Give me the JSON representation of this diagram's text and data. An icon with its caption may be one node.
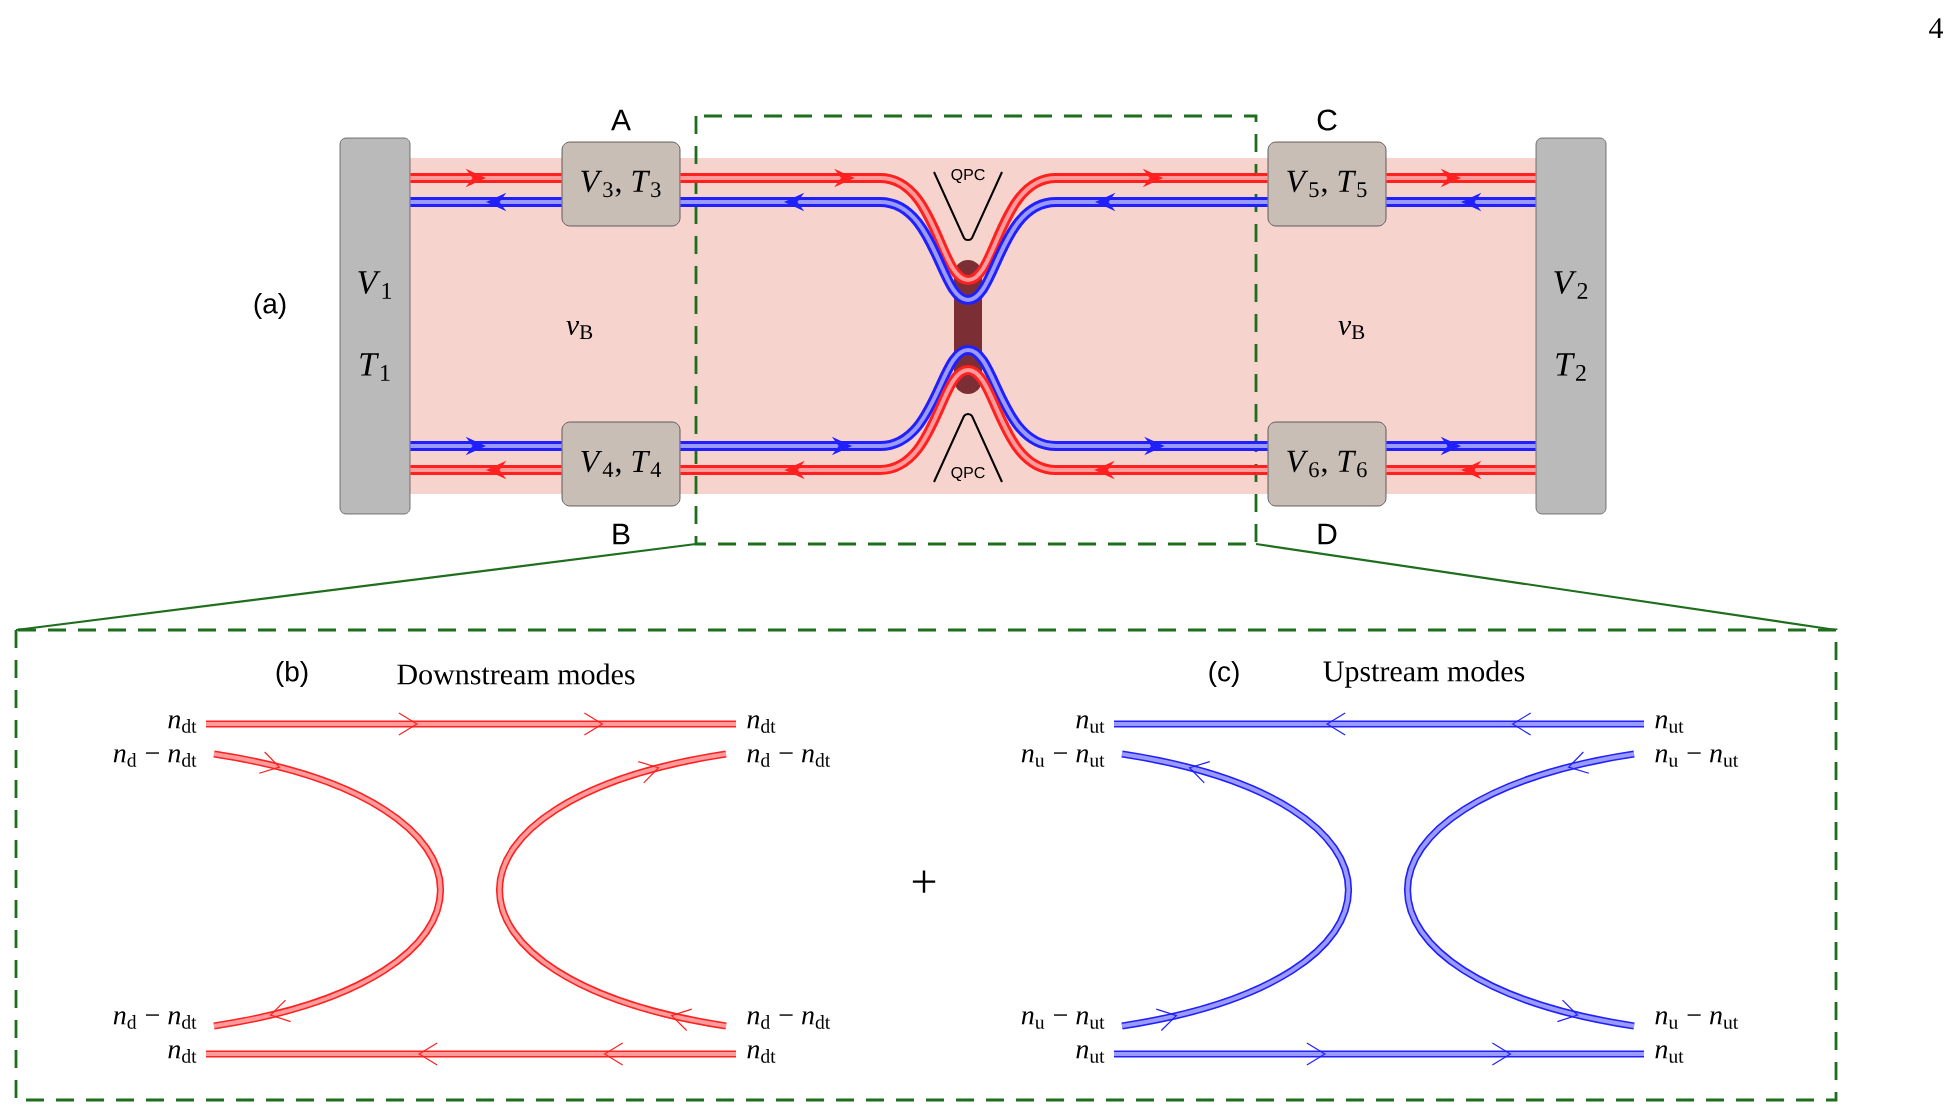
{
  "diagram": {
    "nodes": [
      {
        "text": [
          "*V*$_{1}$",
          "*T*$_{1}$"
        ]
      },
      {
        "text": [
          "*V*$_{3}$, *T*$_{3}$"
        ],
        "beside": [
          "A"
        ]
      },
      {
        "text": [
          "*V*$_{4}$, *T*$_{4}$"
        ],
        "beside": [
          "B"
        ]
      },
      {
        "text": [
          "*V*$_{5}$, *T*$_{5}$"
        ],
        "beside": [
          "C"
        ]
      },
      {
        "text": [
          "*V*$_{6}$, *T*$_{6}$"
        ],
        "beside": [
          "D"
        ]
      },
      {
        "text": [
          "*V*$_{2}$",
          "*T*$_{2}$"
        ]
      }
    ],
    "edges": [
      {
        "from": 0,
        "to": 1,
        "arrow": "to",
        "color": "#ff2020"
      },
      {
        "from": 1,
        "to": 0,
        "arrow": "to",
        "color": "#2020ff"
      },
      {
        "from": 1,
        "to": 3,
        "arrow": "to",
        "color": "#ff2020"
      },
      {
        "from": 3,
        "to": 1,
        "arrow": "to",
        "color": "#2020ff"
      },
      {
        "from": 3,
        "to": 5,
        "arrow": "to",
        "color": "#ff2020"
      },
      {
        "from": 5,
        "to": 3,
        "arrow": "to",
        "color": "#2020ff"
      },
      {
        "from": 0,
        "to": 2,
        "arrow": "to",
        "color": "#2020ff"
      },
      {
        "from": 2,
        "to": 0,
        "arrow": "to",
        "color": "#ff2020"
      },
      {
        "from": 2,
        "to": 4,
        "arrow": "to",
        "color": "#2020ff"
      },
      {
        "from": 4,
        "to": 2,
        "arrow": "to",
        "color": "#ff2020"
      },
      {
        "from": 4,
        "to": 5,
        "arrow": "to",
        "color": "#2020ff"
      },
      {
        "from": 5,
        "to": 4,
        "arrow": "to",
        "color": "#ff2020"
      }
    ],
    "labels": [
      "(a)",
      "*ν*$_{B}$",
      "*ν*$_{B}$",
      "QPC",
      "QPC",
      "(b)",
      "Downstream modes",
      "(c)",
      "Upstream modes",
      "*n*$_{dt}$",
      "*n*$_{dt}$",
      "*n*$_{d}$ − *n*$_{dt}$",
      "*n*$_{d}$ − *n*$_{dt}$",
      "+",
      "*n*$_{d}$ − *n*$_{dt}$",
      "*n*$_{d}$ − *n*$_{dt}$",
      "*n*$_{dt}$",
      "*n*$_{dt}$",
      "*n*$_{ut}$",
      "*n*$_{ut}$",
      "*n*$_{u}$ − *n*$_{ut}$",
      "*n*$_{u}$ − *n*$_{ut}$",
      "*n*$_{u}$ − *n*$_{ut}$",
      "*n*$_{u}$ − *n*$_{ut}$",
      "*n*$_{ut}$",
      "*n*$_{ut}$",
      "4"
    ]
  }
}
